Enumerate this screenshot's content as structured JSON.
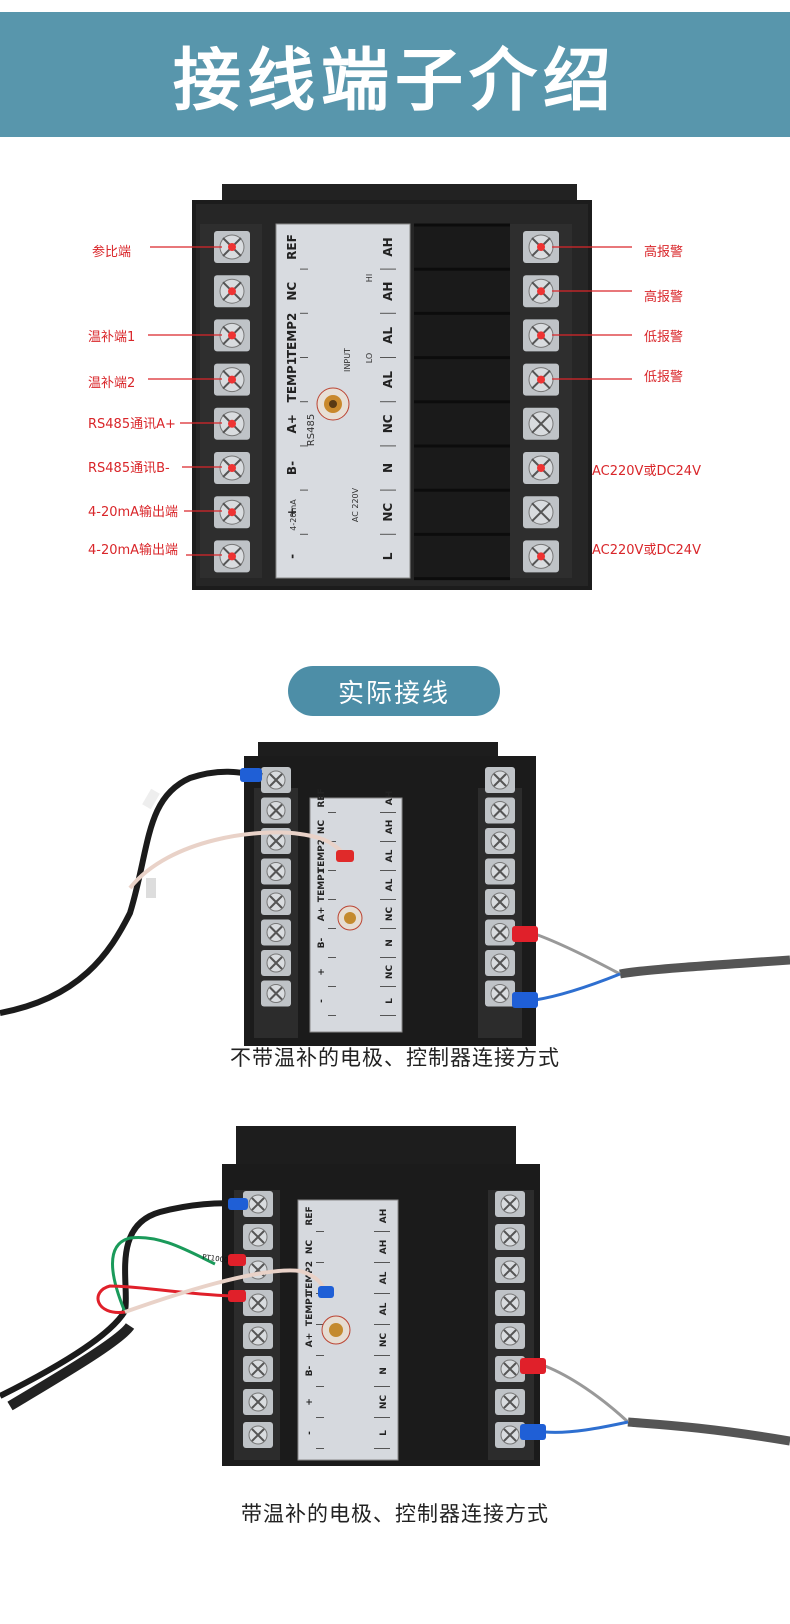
{
  "header": {
    "title": "接线端子介绍"
  },
  "diagram": {
    "left_labels": [
      "参比端",
      "温补端1",
      "温补端2",
      "RS485通讯A+",
      "RS485通讯B-",
      "4-20mA输出端",
      "4-20mA输出端"
    ],
    "right_labels": [
      "高报警",
      "高报警",
      "低报警",
      "低报警",
      "AC220V或DC24V",
      "AC220V或DC24V"
    ],
    "panel_left_col": [
      "REF",
      "NC",
      "TEMP2",
      "TEMP1",
      "A+",
      "B-",
      "+",
      "-"
    ],
    "panel_right_col": [
      "AH",
      "AH",
      "AL",
      "AL",
      "NC",
      "N",
      "NC",
      "L"
    ],
    "panel_texts": {
      "hi": "HI",
      "lo": "LO",
      "input": "INPUT",
      "rs485": "RS485",
      "ma": "4-20mA",
      "ac": "AC 220V"
    }
  },
  "section": {
    "title": "实际接线"
  },
  "photo1": {
    "caption": "不带温补的电极、控制器连接方式"
  },
  "photo2": {
    "caption": "带温补的电极、控制器连接方式",
    "sensor_print": "PT1000"
  },
  "colors": {
    "banner": "#5896ac",
    "pill": "#4d8ea7",
    "callout": "#d9262a",
    "wire_red": "#e0202a",
    "wire_blue": "#1f5fd6",
    "wire_green": "#1a9a5a"
  }
}
